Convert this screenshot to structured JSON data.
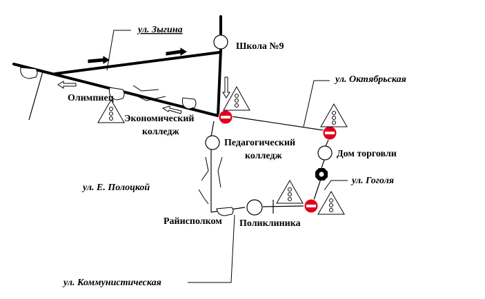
{
  "streets": {
    "zygina": "ул. Зыгина",
    "oktyabrskaya": "ул. Октябрьская",
    "gogolya": "ул. Гоголя",
    "polotskoy": "ул. Е. Полоцкой",
    "kommunisticheskaya": "ул. Коммунистическая"
  },
  "places": {
    "school": "Школа №9",
    "olimpiets": "Олимпиец",
    "econ_1": "Экономический",
    "econ_2": "колледж",
    "ped_1": "Педагогический",
    "ped_2": "колледж",
    "dom_torgovli": "Дом торговли",
    "rayispolkom": "Райисполком",
    "poliklinika": "Поликлиника"
  },
  "colors": {
    "no_entry": "#e0001b",
    "line": "#000000"
  }
}
